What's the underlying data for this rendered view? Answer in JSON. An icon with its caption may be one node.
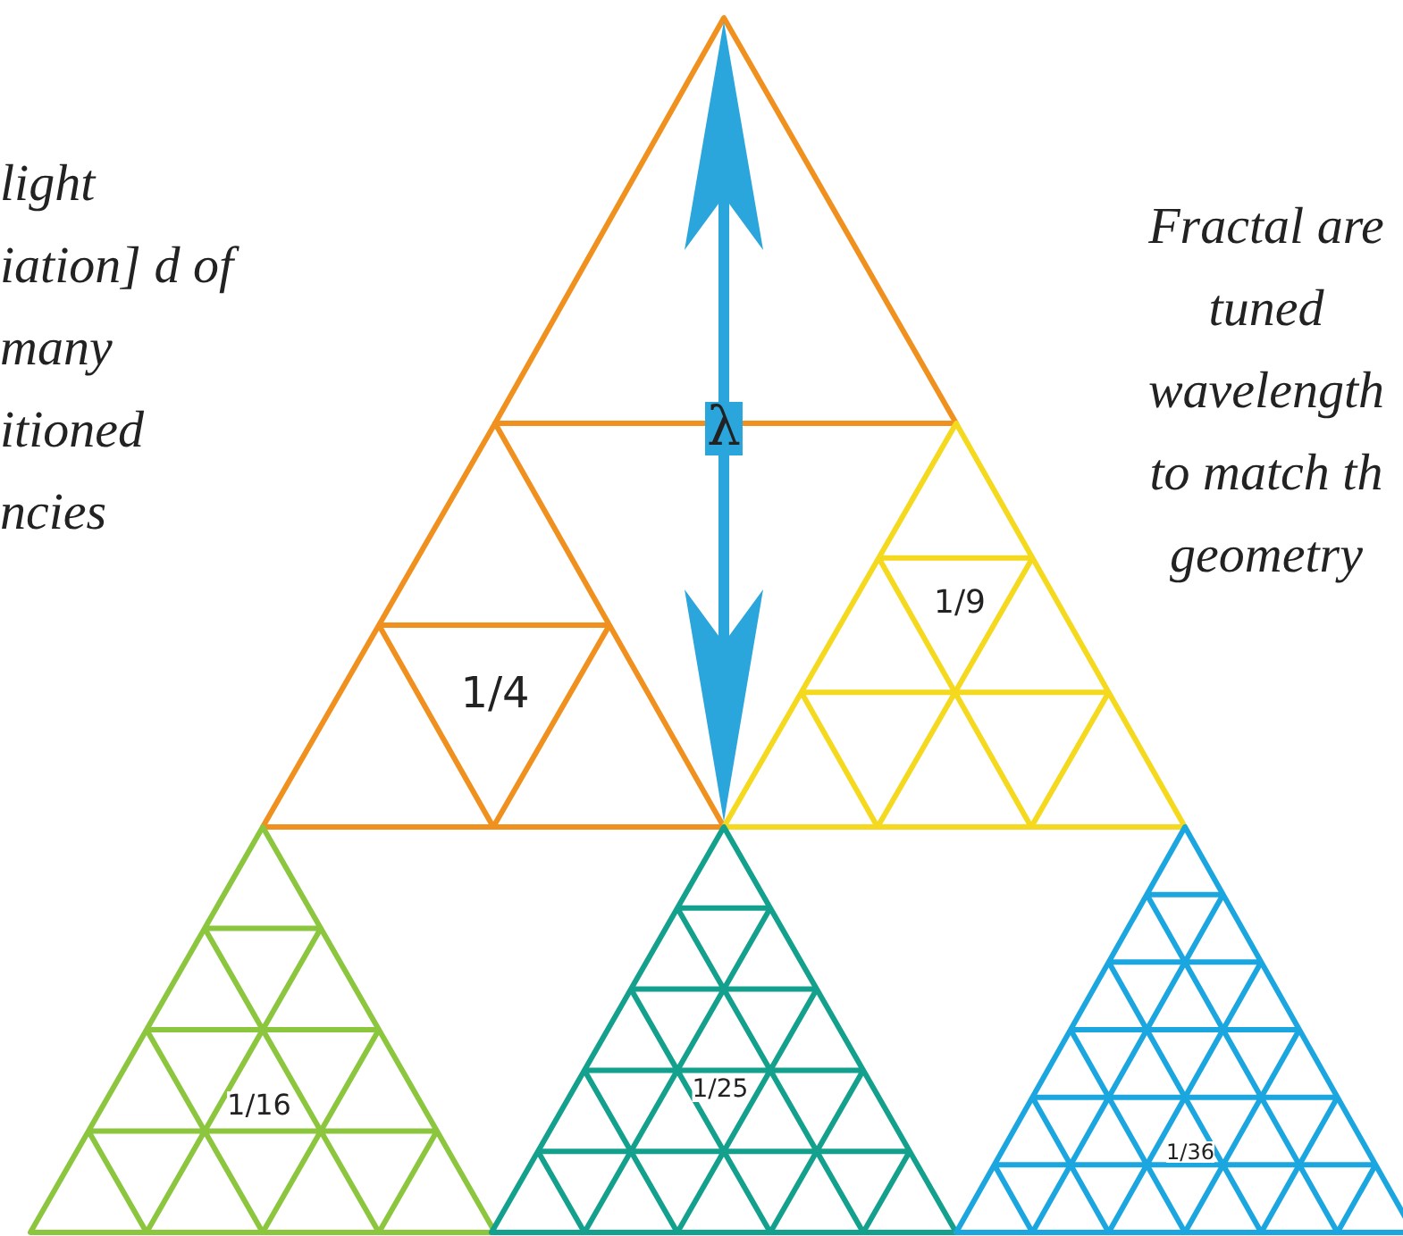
{
  "diagram": {
    "labels": [
      "light iation] d of many itioned ncies",
      "Fractal are tuned wavelength to match th geometry",
      "λ",
      "1/4",
      "1/9",
      "1/16",
      "1/25",
      "1/36"
    ]
  }
}
